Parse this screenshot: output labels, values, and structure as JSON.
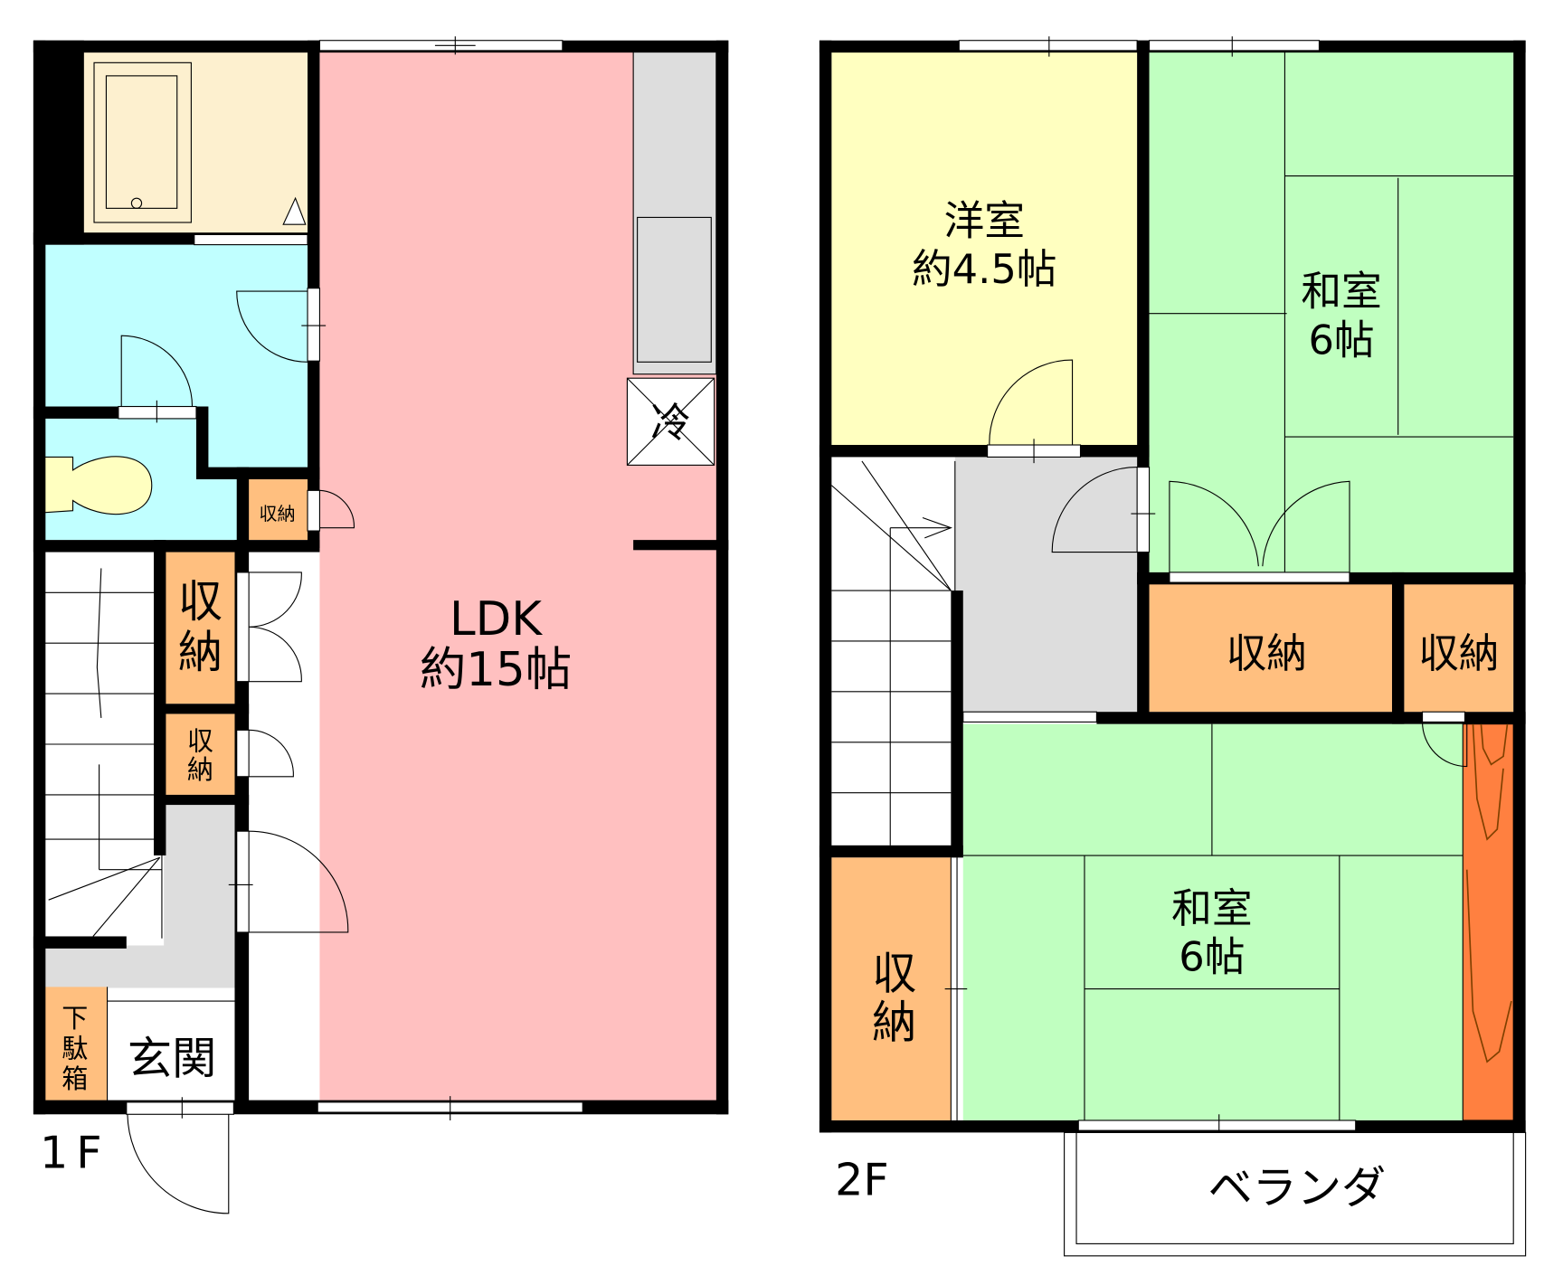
{
  "floors": [
    {
      "id": "1F",
      "label": "1F",
      "rooms": {
        "ldk": {
          "name": "LDK",
          "size": "約15帖"
        },
        "fridge": {
          "label": "冷"
        },
        "storage_small_top": {
          "label": "収納"
        },
        "storage_large": {
          "line1": "収",
          "line2": "納"
        },
        "storage_small_mid": {
          "line1": "収",
          "line2": "納"
        },
        "shoe_box": {
          "line1": "下",
          "line2": "駄",
          "line3": "箱"
        },
        "entrance": {
          "label": "玄関"
        }
      }
    },
    {
      "id": "2F",
      "label": "2F",
      "rooms": {
        "western_room": {
          "name": "洋室",
          "size": "約4.5帖"
        },
        "japanese_room_top": {
          "name": "和室",
          "size": "6帖"
        },
        "japanese_room_bottom": {
          "name": "和室",
          "size": "6帖"
        },
        "storage_center": {
          "label": "収納"
        },
        "storage_right": {
          "label": "収納"
        },
        "storage_left": {
          "line1": "収",
          "line2": "納"
        },
        "balcony": {
          "label": "ベランダ"
        }
      }
    }
  ],
  "colors": {
    "ldk": "#ffc0c0",
    "bath": "#fdf0cf",
    "washroom": "#c0ffff",
    "toilet_fixture": "#ffffc0",
    "storage": "#ffbf7f",
    "hall": "#dddddd",
    "western_room": "#ffffc0",
    "japanese_room": "#c0ffc0",
    "tokonoma": "#ff8040",
    "wall": "#000000"
  }
}
